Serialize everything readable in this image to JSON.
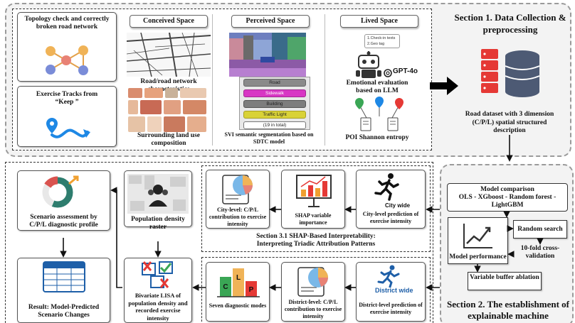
{
  "section1": {
    "title": "Section 1. Data Collection & preprocessing",
    "topology_label": "Topology check and correctly broken road network",
    "tracks_label": "Exercise Tracks from “Keep ”",
    "conceived": {
      "header": "Conceived Space",
      "road_label": "Road/road network characteristics",
      "landuse_label": "Surrounding land use composition"
    },
    "perceived": {
      "header": "Perceived Space",
      "caption": "SVI semantic segmentation based on SDTC model",
      "classes": [
        {
          "label": "Road",
          "color": "#8a8a8a"
        },
        {
          "label": "Sidewalk",
          "color": "#d836c4"
        },
        {
          "label": "Building",
          "color": "#7d7d7d"
        },
        {
          "label": "Traffic Light",
          "color": "#d9d237"
        },
        {
          "label": "(19 in total)",
          "color": "#ffffff"
        }
      ]
    },
    "lived": {
      "header": "Lived Space",
      "bubble": [
        "1.Check-in texts",
        "2.Geo tag"
      ],
      "gpt": "GPT-4o",
      "emotion_label": "Emotional evaluation based on LLM",
      "poi_label": "POI Shannon entropy"
    },
    "result": "Road dataset with 3 dimension (C/P/L) spatial structured description"
  },
  "section2": {
    "title": "Section 2. The establishment of explainable machine",
    "model_comparison": "Model comparison",
    "models": "OLS - XGboost - Random forest - LightGBM",
    "model_performance": "Model performance",
    "random_search": "Random search",
    "cv": "10-fold cross-validation",
    "buffer": "Variable buffer ablation"
  },
  "section3": {
    "title_line1": "Section 3.1 SHAP-Based Interpretability:",
    "title_line2": "Interpreting Triadic Attribution Patterns",
    "city_prediction": "City-level prediction of exercise intensity",
    "city_wide": "City wide",
    "shap_importance": "SHAP variable importance",
    "city_contribution": "City-level: C/P/L contribution to exercise intensity",
    "district_prediction": "District-level prediction of exercise intensity",
    "district_wide": "District wide",
    "district_contribution": "District-level: C/P/L contribution to exercise intensity",
    "seven_modes": "Seven diagnostic modes",
    "bar_letters": [
      "C",
      "L",
      "P"
    ],
    "bivariate": "Bivariate LISA of population density and recorded exercise intensity",
    "pop_raster": "Population density raster",
    "scenario": "Scenario assessment by C/P/L diagnostic profile",
    "result": "Result: Model-Predicted Scenario Changes"
  }
}
